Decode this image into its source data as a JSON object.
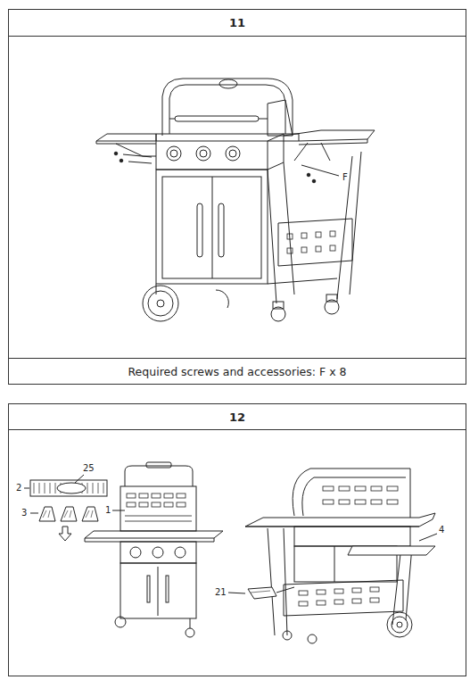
{
  "diagram": {
    "nodes": [
      {
        "text": [
          "11"
        ]
      },
      {
        "text": [
          "Required screws and accessories: F x 8"
        ]
      },
      {
        "text": [
          "12"
        ]
      }
    ],
    "labels": [
      "F",
      "2",
      "25",
      "3",
      "1",
      "21",
      "4"
    ]
  }
}
